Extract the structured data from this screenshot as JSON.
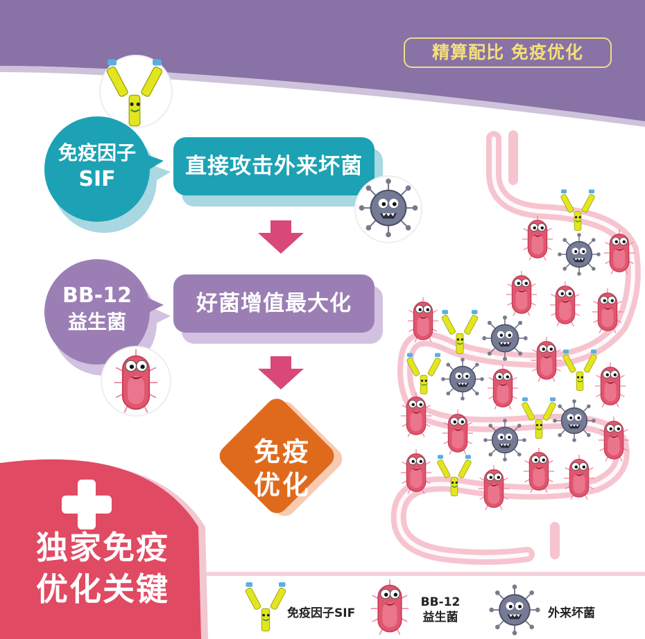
{
  "colors": {
    "banner_purple": "#8872a6",
    "badge_text": "#f5df7a",
    "teal": "#1ca2b4",
    "teal_shadow": "#a9d7e2",
    "lavender": "#9b7fb4",
    "lavender_shadow": "#d2c1e0",
    "arrow_pink": "#d84878",
    "orange": "#e06a1c",
    "red": "#e04a62",
    "intestine_pink": "#f2b8c4"
  },
  "badge": {
    "text": "精算配比  免疫优化"
  },
  "sif_bubble": {
    "line1": "免疫因子",
    "line2": "SIF"
  },
  "bb12_bubble": {
    "line1": "BB-12",
    "line2": "益生菌"
  },
  "step1": {
    "label": "直接攻击外来坏菌"
  },
  "step2": {
    "label": "好菌增值最大化"
  },
  "result": {
    "line1": "免疫",
    "line2": "优化"
  },
  "headline": {
    "line1": "独家免疫",
    "line2": "优化关键"
  },
  "legend": {
    "sif": "免疫因子SIF",
    "bb12_line1": "BB-12",
    "bb12_line2": "益生菌",
    "germ": "外来坏菌"
  },
  "icons": [
    "antibody-icon",
    "germ-icon",
    "probiotic-icon",
    "plus-icon",
    "down-arrow-icon"
  ]
}
